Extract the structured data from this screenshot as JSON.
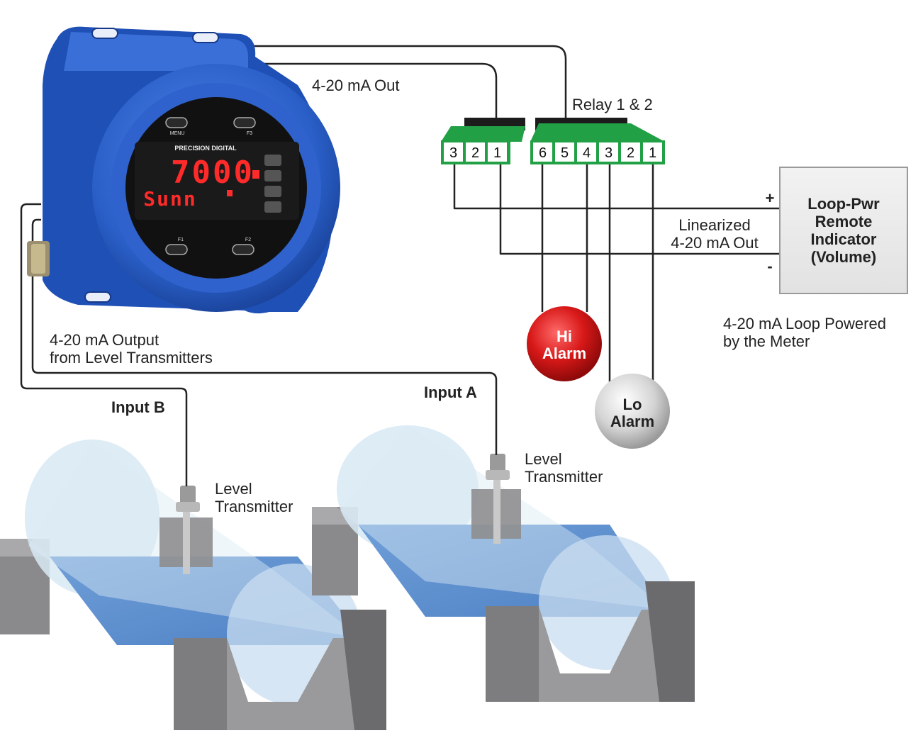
{
  "meter": {
    "brand": "PRECISION DIGITAL",
    "top_display": "7000",
    "bottom_display": "Sunn",
    "buttons": [
      "MENU",
      "F3",
      "F1",
      "F2"
    ],
    "colors": {
      "housing": "#2a5fc8",
      "display_red": "#ff2a2a"
    }
  },
  "labels": {
    "out_420": "4-20 mA Out",
    "relay": "Relay 1 & 2",
    "linearized_line1": "Linearized",
    "linearized_line2": "4-20 mA Out",
    "plus": "+",
    "minus": "-",
    "indicator_line1": "Loop-Pwr",
    "indicator_line2": "Remote",
    "indicator_line3": "Indicator",
    "indicator_line4": "(Volume)",
    "loop_powered_line1": "4-20 mA Loop Powered",
    "loop_powered_line2": "by the Meter",
    "output_line1": "4-20 mA Output",
    "output_line2": "from Level Transmitters",
    "input_a": "Input A",
    "input_b": "Input B",
    "level_tx_a_line1": "Level",
    "level_tx_a_line2": "Transmitter",
    "level_tx_b_line1": "Level",
    "level_tx_b_line2": "Transmitter"
  },
  "alarms": {
    "hi_line1": "Hi",
    "hi_line2": "Alarm",
    "lo_line1": "Lo",
    "lo_line2": "Alarm"
  },
  "terminals": {
    "left": [
      "3",
      "2",
      "1"
    ],
    "right": [
      "6",
      "5",
      "4",
      "3",
      "2",
      "1"
    ],
    "color": "#22a046"
  }
}
